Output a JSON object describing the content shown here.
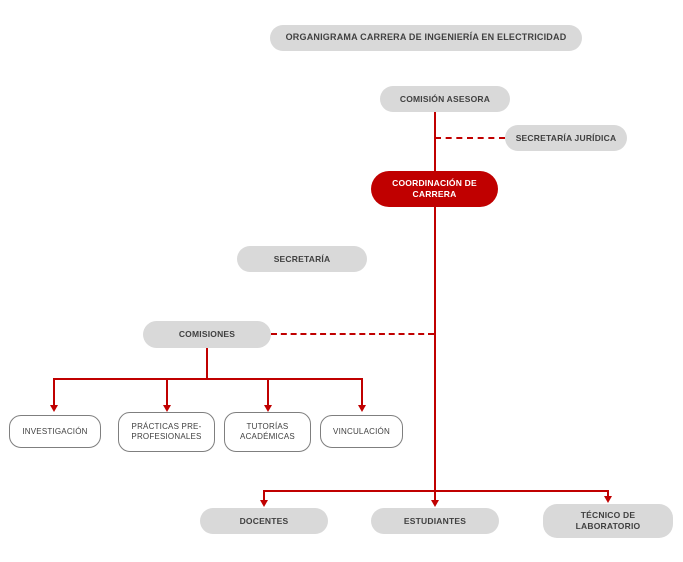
{
  "diagram": {
    "title": "ORGANIGRAMA CARRERA DE INGENIERÍA EN ELECTRICIDAD",
    "nodes": {
      "comision_asesora": "COMISIÓN ASESORA",
      "secretaria_juridica": "SECRETARÍA JURÍDICA",
      "coordinacion_carrera": "COORDINACIÓN DE CARRERA",
      "secretaria": "SECRETARÍA",
      "comisiones": "COMISIONES",
      "investigacion": "INVESTIGACIÓN",
      "practicas_preprofesionales": "PRÁCTICAS PRE-PROFESIONALES",
      "tutorias_academicas": "TUTORÍAS ACADÉMICAS",
      "vinculacion": "VINCULACIÓN",
      "docentes": "DOCENTES",
      "estudiantes": "ESTUDIANTES",
      "tecnico_laboratorio": "TÉCNICO DE LABORATORIO"
    },
    "colors": {
      "node_fill": "#d9d9d9",
      "accent_red": "#c00000",
      "connector_red": "#c00000",
      "text": "#404040",
      "box_border": "#7f7f7f"
    }
  }
}
